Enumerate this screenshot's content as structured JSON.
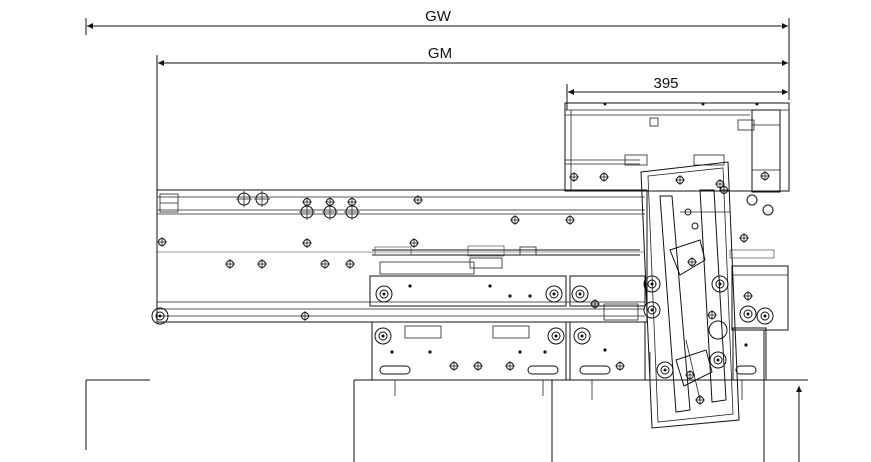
{
  "dimensions": [
    {
      "label": "GW"
    },
    {
      "label": "GM"
    },
    {
      "label": "395"
    }
  ],
  "colors": {
    "line": "#111111",
    "background": "#ffffff"
  }
}
